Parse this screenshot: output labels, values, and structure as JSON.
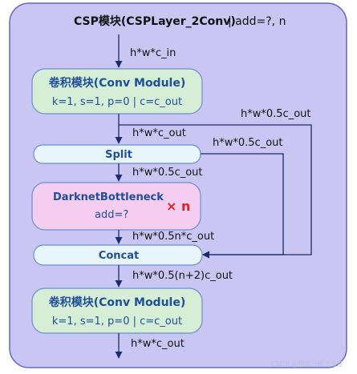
{
  "container": {
    "title": "CSP模块(CSPLayer_2Conv)",
    "title_suffix": "| add=?, n"
  },
  "edges": {
    "input": "h*w*c_in",
    "after_conv1": "h*w*c_out",
    "bypass_outer": "h*w*0.5c_out",
    "bypass_inner": "h*w*0.5c_out",
    "after_split": "h*w*0.5c_out",
    "after_bottleneck": "h*w*0.5n*c_out",
    "after_concat": "h*w*0.5(n+2)c_out",
    "output": "h*w*c_out"
  },
  "blocks": {
    "conv1": {
      "title": "卷积模块(Conv Module)",
      "params": "k=1, s=1, p=0 | c=c_out"
    },
    "split": {
      "label": "Split"
    },
    "bottleneck": {
      "title": "DarknetBottleneck",
      "sub": "add=?",
      "repeat": "× n"
    },
    "concat": {
      "label": "Concat"
    },
    "conv2": {
      "title": "卷积模块(Conv Module)",
      "params": "k=1, s=1, p=0 | c=c_out"
    }
  },
  "watermark": "CSDN @相信已经上上签",
  "colors": {
    "container_fill": "#c9c6f3",
    "container_stroke": "#6466c5",
    "conv_fill": "#d6eed5",
    "conv_stroke": "#6b8fd0",
    "split_fill": "#e8f5fa",
    "bottleneck_fill": "#f5cdf1",
    "title_blue": "#1f4e9a",
    "repeat_red": "#e02020"
  }
}
